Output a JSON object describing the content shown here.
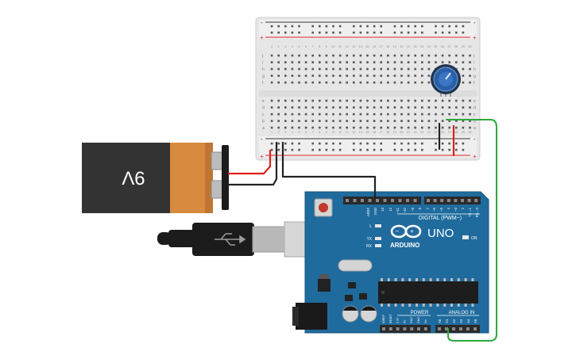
{
  "battery": {
    "label": "9V"
  },
  "arduino": {
    "brand": "ARDUINO",
    "model": "UNO",
    "on_label": "ON",
    "l_label": "L",
    "tx_label": "TX",
    "rx_label": "RX",
    "digital_label": "DIGITAL (PWM~)",
    "power_label": "POWER",
    "analog_label": "ANALOG IN",
    "top_header_labels": [
      "AREF",
      "GND",
      "13",
      "12",
      "~11",
      "~10",
      "~9",
      "8",
      "7",
      "~6",
      "~5",
      "4",
      "~3",
      "2",
      "TX→1",
      "RX←0"
    ],
    "power_header_labels": [
      "IOREF",
      "RESET",
      "3.3V",
      "5V",
      "GND",
      "GND",
      "Vin"
    ],
    "analog_header_labels": [
      "A0",
      "A1",
      "A2",
      "A3",
      "A4",
      "A5"
    ]
  },
  "breadboard": {
    "rail_plus": "+",
    "rail_minus": "-",
    "row_letters_top": [
      "j",
      "i",
      "h",
      "g",
      "f"
    ],
    "row_letters_bottom": [
      "e",
      "d",
      "c",
      "b",
      "a"
    ],
    "columns": 30
  },
  "colors": {
    "wire_red": "#e0201c",
    "wire_black": "#222222",
    "wire_green": "#2ea83a",
    "board_blue": "#1f6b9e",
    "battery_orange": "#d88a3e",
    "pot_blue": "#2a5fa8"
  }
}
